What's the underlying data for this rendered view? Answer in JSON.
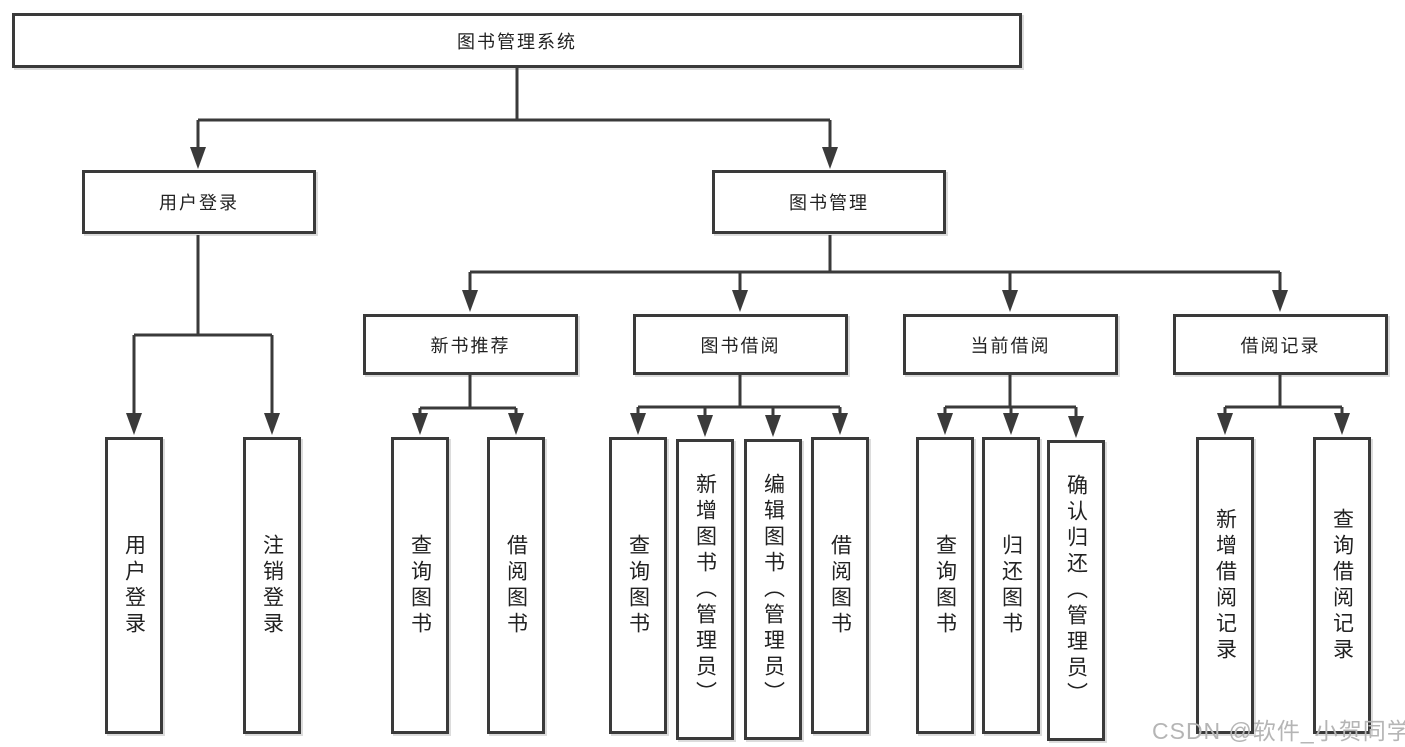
{
  "tree": {
    "root": "图书管理系统",
    "branches": [
      {
        "label": "用户登录",
        "children": [
          "用户登录",
          "注销登录"
        ]
      },
      {
        "label": "图书管理",
        "groups": [
          {
            "label": "新书推荐",
            "children": [
              "查询图书",
              "借阅图书"
            ]
          },
          {
            "label": "图书借阅",
            "children": [
              "查询图书",
              "新增图书（管理员）",
              "编辑图书（管理员）",
              "借阅图书"
            ]
          },
          {
            "label": "当前借阅",
            "children": [
              "查询图书",
              "归还图书",
              "确认归还（管理员）"
            ]
          },
          {
            "label": "借阅记录",
            "children": [
              "新增借阅记录",
              "查询借阅记录"
            ]
          }
        ]
      }
    ]
  },
  "watermark": {
    "text": "CSDN @软件_小贺同学"
  },
  "colors": {
    "line": "#3a3a3a",
    "text": "#222222",
    "watermark": "#b5b5b5",
    "bg": "#ffffff"
  }
}
